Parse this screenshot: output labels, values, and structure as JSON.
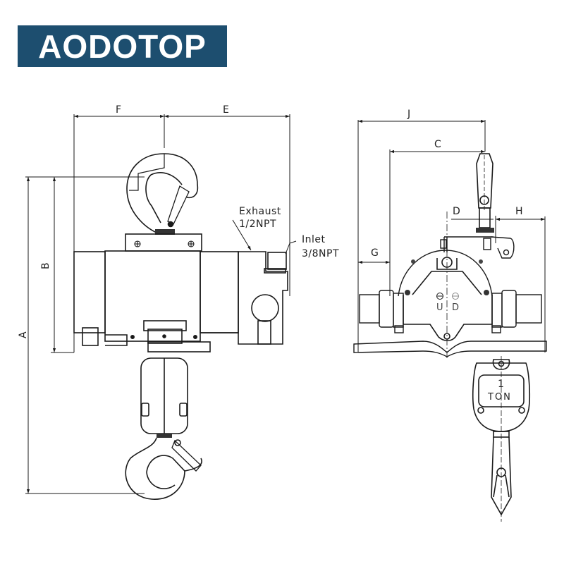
{
  "logo": {
    "text": "AODOTOP",
    "background": "#1d4e6f",
    "color": "#ffffff"
  },
  "side_view": {
    "dimensions": {
      "A": "A",
      "B": "B",
      "E": "E",
      "F": "F"
    },
    "annotations": {
      "exhaust_label": "Exhaust",
      "exhaust_size": "1/2NPT",
      "inlet_label": "Inlet",
      "inlet_size": "3/8NPT"
    }
  },
  "front_view": {
    "dimensions": {
      "C": "C",
      "D": "D",
      "G": "G",
      "H": "H",
      "J": "J"
    },
    "control_labels": {
      "up": "U",
      "down": "D"
    },
    "pendant": {
      "capacity": "1",
      "unit": "TON"
    }
  },
  "colors": {
    "line": "#1a1a1a",
    "dim_line": "#333333",
    "background": "#ffffff"
  }
}
